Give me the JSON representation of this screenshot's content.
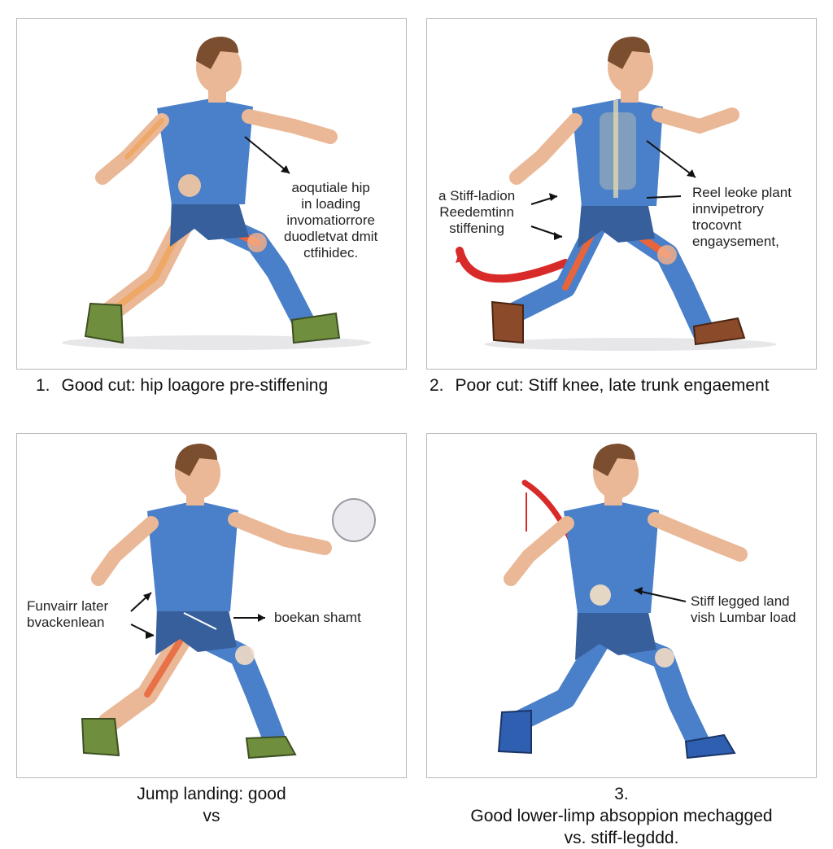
{
  "panels": [
    {
      "caption_number": "1.",
      "caption": "Good cut: hip loagore pre-stiffening",
      "annotation_lines": [
        "aoqutiale hip",
        "in loading",
        "invomatiorrore",
        "duodletvat dmit",
        "ctfihidec."
      ]
    },
    {
      "caption_number": "2.",
      "caption": "Poor cut: Stiff knee, late trunk engaement",
      "annotation_left_lines": [
        "a Stiff-ladion",
        "Reedemtinn",
        "stiffening"
      ],
      "annotation_right_lines": [
        "Reel leoke plant",
        "innvipetrory",
        "trocovnt",
        "engaysement,"
      ]
    },
    {
      "caption_lines": [
        "Jump landing: good",
        "vs"
      ],
      "annotation_left_lines": [
        "Funvairr later",
        "bvackenlean"
      ],
      "annotation_right": "boekan shamt"
    },
    {
      "caption_number": "3.",
      "caption_lines": [
        "Good lower-limp absoppion mechagged",
        "vs. stiff-legddd."
      ],
      "annotation_lines": [
        "Stiff legged land",
        "vish Lumbar load"
      ]
    }
  ],
  "colors": {
    "jersey": "#4a7fc9",
    "jersey_dark": "#365f9c",
    "skin": "#eab896",
    "hair": "#7a4e2e",
    "cleat_green": "#6f8f3e",
    "cleat_brown": "#8b4a2a",
    "cleat_blue": "#2f5fb0",
    "highlight_red": "#d92a2a"
  }
}
